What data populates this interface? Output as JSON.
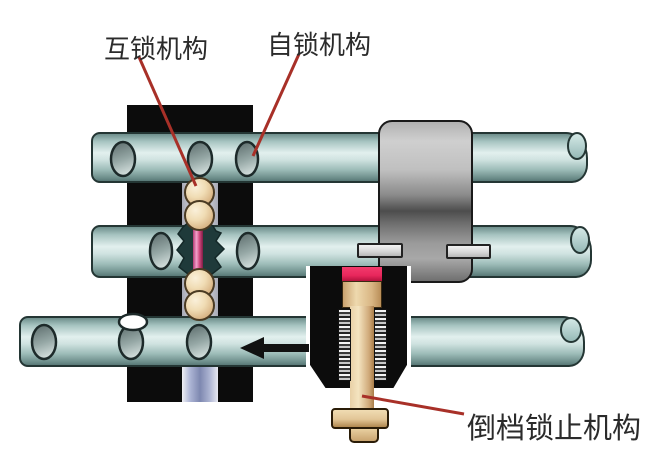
{
  "diagram": {
    "title_domain": "gearbox shift-rail locking mechanisms",
    "labels": {
      "interlock": "互锁机构",
      "self_lock": "自锁机构",
      "reverse_lock": "倒档锁止机构"
    },
    "arrow_direction": "left",
    "colors": {
      "rail": "#bcd8d5",
      "rail_outline": "#243634",
      "block": "#0c0c0c",
      "collar": "#9a9a9a",
      "ball": "#ecd7ae",
      "interlock_pin": "#d85090",
      "pin_socket": "#1f3a3a",
      "detent_pink": "#e8275c",
      "plunger_tan": "#e4c998",
      "channel_lower": "#8a94bc",
      "callout_red": "#a83028",
      "label_text": "#2b2b2b"
    }
  }
}
